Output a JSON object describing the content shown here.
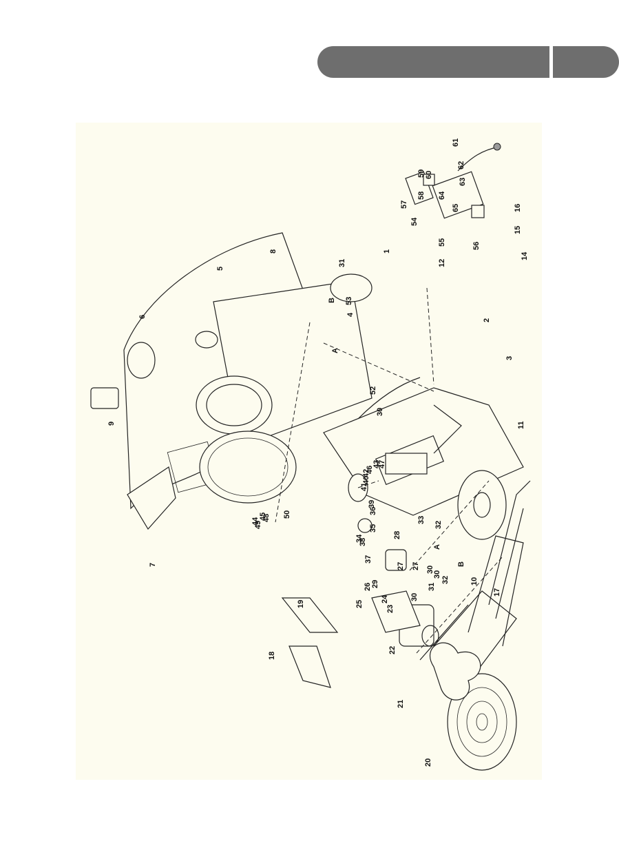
{
  "header": {
    "title": "",
    "page_number": ""
  },
  "diagram": {
    "labels": [
      {
        "id": "p1",
        "text": "1"
      },
      {
        "id": "p2",
        "text": "2"
      },
      {
        "id": "p3",
        "text": "3"
      },
      {
        "id": "p4",
        "text": "4"
      },
      {
        "id": "p5",
        "text": "5"
      },
      {
        "id": "p6",
        "text": "6"
      },
      {
        "id": "p7",
        "text": "7"
      },
      {
        "id": "p8",
        "text": "8"
      },
      {
        "id": "p9",
        "text": "9"
      },
      {
        "id": "p10",
        "text": "10"
      },
      {
        "id": "p11",
        "text": "11"
      },
      {
        "id": "p12",
        "text": "12"
      },
      {
        "id": "p14",
        "text": "14"
      },
      {
        "id": "p15",
        "text": "15"
      },
      {
        "id": "p16",
        "text": "16"
      },
      {
        "id": "p17",
        "text": "17"
      },
      {
        "id": "p18",
        "text": "18"
      },
      {
        "id": "p19",
        "text": "19"
      },
      {
        "id": "p20",
        "text": "20"
      },
      {
        "id": "p21",
        "text": "21"
      },
      {
        "id": "p22",
        "text": "22"
      },
      {
        "id": "p23",
        "text": "23"
      },
      {
        "id": "p24",
        "text": "24"
      },
      {
        "id": "p25",
        "text": "25"
      },
      {
        "id": "p26",
        "text": "26"
      },
      {
        "id": "p27a",
        "text": "27"
      },
      {
        "id": "p27b",
        "text": "27"
      },
      {
        "id": "p28",
        "text": "28"
      },
      {
        "id": "p29",
        "text": "29"
      },
      {
        "id": "p30a",
        "text": "30"
      },
      {
        "id": "p30b",
        "text": "30"
      },
      {
        "id": "p30c",
        "text": "30"
      },
      {
        "id": "p30d",
        "text": "30"
      },
      {
        "id": "p31a",
        "text": "31"
      },
      {
        "id": "p31b",
        "text": "31"
      },
      {
        "id": "p32a",
        "text": "32"
      },
      {
        "id": "p32b",
        "text": "32"
      },
      {
        "id": "p33",
        "text": "33"
      },
      {
        "id": "p34",
        "text": "34"
      },
      {
        "id": "p35",
        "text": "35"
      },
      {
        "id": "p36",
        "text": "36"
      },
      {
        "id": "p37",
        "text": "37"
      },
      {
        "id": "p38",
        "text": "38"
      },
      {
        "id": "p39",
        "text": "39"
      },
      {
        "id": "p40",
        "text": "40"
      },
      {
        "id": "p41",
        "text": "41"
      },
      {
        "id": "p42",
        "text": "42"
      },
      {
        "id": "p43",
        "text": "43"
      },
      {
        "id": "p44",
        "text": "44"
      },
      {
        "id": "p45",
        "text": "45"
      },
      {
        "id": "p46",
        "text": "46"
      },
      {
        "id": "p47",
        "text": "47"
      },
      {
        "id": "p48",
        "text": "48"
      },
      {
        "id": "p49",
        "text": "49"
      },
      {
        "id": "p50",
        "text": "50"
      },
      {
        "id": "p52",
        "text": "52"
      },
      {
        "id": "p53",
        "text": "53"
      },
      {
        "id": "p54",
        "text": "54"
      },
      {
        "id": "p55",
        "text": "55"
      },
      {
        "id": "p56",
        "text": "56"
      },
      {
        "id": "p57",
        "text": "57"
      },
      {
        "id": "p58",
        "text": "58"
      },
      {
        "id": "p59",
        "text": "59"
      },
      {
        "id": "p60",
        "text": "60"
      },
      {
        "id": "p61",
        "text": "61"
      },
      {
        "id": "p62",
        "text": "62"
      },
      {
        "id": "p63",
        "text": "63"
      },
      {
        "id": "p64",
        "text": "64"
      },
      {
        "id": "p65",
        "text": "65"
      },
      {
        "id": "pA1",
        "text": "A"
      },
      {
        "id": "pA2",
        "text": "A"
      },
      {
        "id": "pB1",
        "text": "B"
      },
      {
        "id": "pB2",
        "text": "B"
      }
    ]
  },
  "colors": {
    "header_bar": "#6e6e6e",
    "panel_bg": "#fdfcef",
    "line": "#222222"
  }
}
